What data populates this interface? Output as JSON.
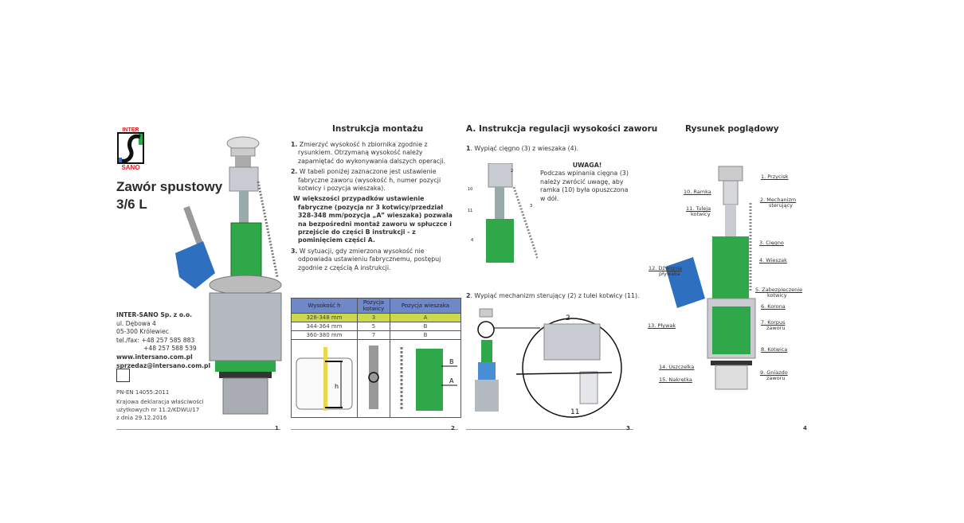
{
  "page1": {
    "logo": {
      "top": "INTER",
      "bottom": "SANO"
    },
    "title_line1": "Zawór spustowy",
    "title_line2": "3/6 L",
    "company": {
      "name": "INTER-SANO Sp. z o.o.",
      "street": "ul. Dębowa 4",
      "city": "05-300 Królewiec",
      "phone1": "tel./fax: +48 257 585 883",
      "phone2": "+48 257 588 539",
      "website": "www.intersano.com.pl",
      "email": "sprzedaz@intersano.com.pl"
    },
    "norm": "PN-EN 14055:2011",
    "declaration_line1": "Krajowa deklaracja właściwości",
    "declaration_line2": "użytkowych nr 11.2/KDWU/17",
    "declaration_line3": "z dnia 29.12.2016",
    "page_number": "1"
  },
  "page2": {
    "heading": "Instrukcja montażu",
    "step1_num": "1.",
    "step1": "Zmierzyć wysokość h zbiornika zgodnie z rysunkiem. Otrzymaną wysokość należy zapamiętać do wykonywania dalszych operacji.",
    "step2_num": "2.",
    "step2": "W tabeli poniżej zaznaczone jest ustawienie fabryczne zaworu (wysokość h, numer pozycji kotwicy i pozycja wieszaka).",
    "note": "W większości przypadków ustawienie fabryczne (pozycja nr 3 kotwicy/przedział 328-348 mm/pozycja „A” wieszaka) pozwala na bezpośredni montaż zaworu w spłuczce i przejście do części B instrukcji - z pominięciem części A.",
    "step3_num": "3.",
    "step3": "W sytuacji, gdy zmierzona wysokość nie odpowiada ustawieniu fabrycznemu, postępuj zgodnie z częścią A instrukcji.",
    "table": {
      "headers": [
        "Wysokość h",
        "Pozycja kotwicy",
        "Pozycja wieszaka"
      ],
      "rows": [
        [
          "328-348 mm",
          "3",
          "A"
        ],
        [
          "344-364 mm",
          "5",
          "B"
        ],
        [
          "360-380 mm",
          "7",
          "B"
        ]
      ],
      "fig_h": "h",
      "fig_b": "B",
      "fig_a": "A"
    },
    "page_number": "2"
  },
  "page3": {
    "heading": "A. Instrukcja regulacji wysokości zaworu",
    "step1_num": "1",
    "step1": ". Wypiąć cięgno (3) z wieszaka (4).",
    "warning_title": "UWAGA!",
    "warning": "Podczas wpinania cięgna (3) należy zwrócić uwagę, aby ramka (10) była opuszczona w dół.",
    "fig_labels": [
      "2",
      "10",
      "11",
      "3",
      "4"
    ],
    "step2_num": "2",
    "step2": ". Wypiąć mechanizm sterujący (2) z tulei kotwicy (11).",
    "detail_labels": [
      "2",
      "11"
    ],
    "page_number": "3"
  },
  "page4": {
    "heading": "Rysunek poglądowy",
    "parts": {
      "p1": "1. Przycisk",
      "p2a": "2. Mechanizm",
      "p2b": "sterujący",
      "p3": "3. Cięgno",
      "p4": "4. Wieszak",
      "p5a": "5. Zabezpieczenie",
      "p5b": "kotwicy",
      "p6": "6. Korona",
      "p7a": "7. Korpus",
      "p7b": "zaworu",
      "p8": "8. Kotwica",
      "p9a": "9. Gniazdo",
      "p9b": "zaworu",
      "p10": "10. Ramka",
      "p11a": "11. Tuleja",
      "p11b": "kotwicy",
      "p12a": "12. Dźwignia",
      "p12b": "pływaka",
      "p13": "13. Pływak",
      "p14": "14. Uszczelka",
      "p15": "15. Nakrętka"
    },
    "page_number": "4"
  },
  "colors": {
    "green": "#2fa84a",
    "blue": "#2e6fbf",
    "table_header": "#6f88c8",
    "highlight": "#cbd94a",
    "logo_red": "#d7262b"
  }
}
